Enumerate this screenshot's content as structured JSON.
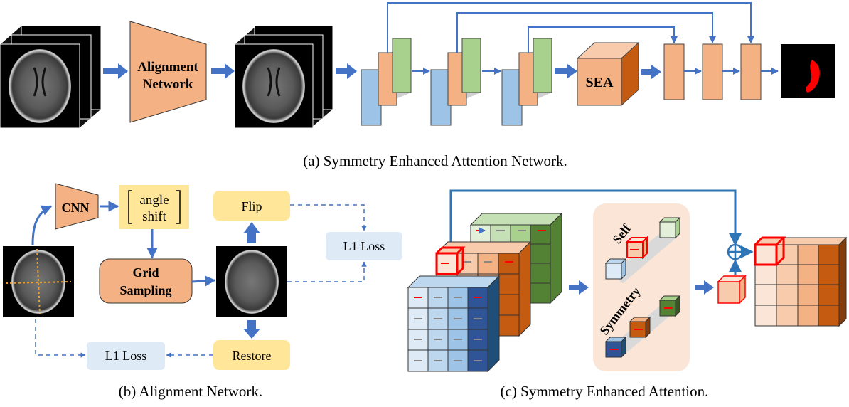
{
  "panel_a": {
    "alignment_label_line1": "Alignment",
    "alignment_label_line2": "Network",
    "sea_label": "SEA",
    "caption": "(a) Symmetry Enhanced Attention Network."
  },
  "panel_b": {
    "cnn_label": "CNN",
    "param_line1": "angle",
    "param_line2": "shift",
    "grid_line1": "Grid",
    "grid_line2": "Sampling",
    "flip_label": "Flip",
    "restore_label": "Restore",
    "loss_top_label": "L1 Loss",
    "loss_bottom_label": "L1 Loss",
    "caption": "(b) Alignment Network."
  },
  "panel_c": {
    "self_label": "Self",
    "symmetry_label": "Symmetry",
    "caption": "(c) Symmetry Enhanced Attention."
  },
  "colors": {
    "arrow_blue": "#4472c4",
    "connector_blue": "#2e75b6",
    "salmon": "#f4b183",
    "light_blue": "#9dc3e6",
    "light_green": "#a9d18e",
    "yellow": "#ffe699",
    "pale_blue": "#deebf7",
    "highlight_red": "#ff0000"
  }
}
